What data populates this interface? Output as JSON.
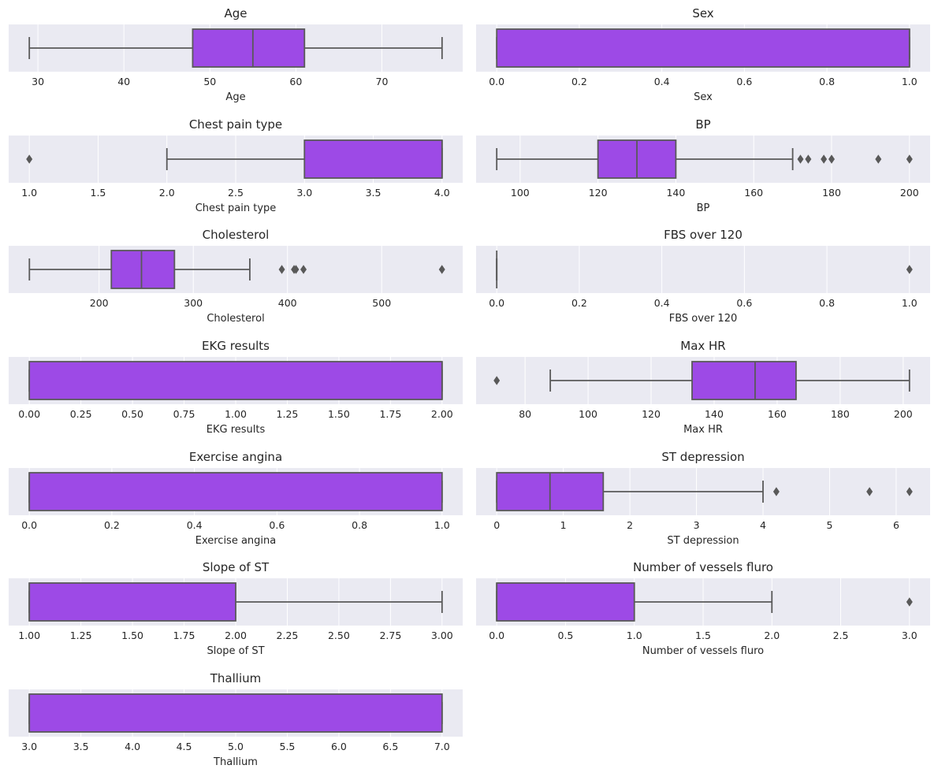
{
  "style": {
    "panel_background": "#eaeaf2",
    "grid_color": "#ffffff",
    "box_fill": "#9d4ae6",
    "line_color": "#595959",
    "text_color": "#262626"
  },
  "chart_data": [
    {
      "type": "box",
      "title": "Age",
      "xlabel": "Age",
      "xlim": [
        26.6,
        79.4
      ],
      "ticks": [
        30,
        40,
        50,
        60,
        70
      ],
      "tick_labels": [
        "30",
        "40",
        "50",
        "60",
        "70"
      ],
      "whisker_low": 29,
      "q1": 48,
      "median": 55,
      "q3": 61,
      "whisker_high": 77,
      "outliers": [],
      "grid": true
    },
    {
      "type": "box",
      "title": "Sex",
      "xlabel": "Sex",
      "xlim": [
        -0.05,
        1.05
      ],
      "ticks": [
        0,
        0.2,
        0.4,
        0.6,
        0.8,
        1.0
      ],
      "tick_labels": [
        "0.0",
        "0.2",
        "0.4",
        "0.6",
        "0.8",
        "1.0"
      ],
      "whisker_low": 0,
      "q1": 0,
      "median": 1,
      "q3": 1,
      "whisker_high": 1,
      "outliers": [],
      "grid": true
    },
    {
      "type": "box",
      "title": "Chest pain type",
      "xlabel": "Chest pain type",
      "xlim": [
        0.85,
        4.15
      ],
      "ticks": [
        1.0,
        1.5,
        2.0,
        2.5,
        3.0,
        3.5,
        4.0
      ],
      "tick_labels": [
        "1.0",
        "1.5",
        "2.0",
        "2.5",
        "3.0",
        "3.5",
        "4.0"
      ],
      "whisker_low": 2,
      "q1": 3,
      "median": 4,
      "q3": 4,
      "whisker_high": 4,
      "outliers": [
        1
      ],
      "grid": true
    },
    {
      "type": "box",
      "title": "BP",
      "xlabel": "BP",
      "xlim": [
        88.7,
        205.3
      ],
      "ticks": [
        100,
        120,
        140,
        160,
        180,
        200
      ],
      "tick_labels": [
        "100",
        "120",
        "140",
        "160",
        "180",
        "200"
      ],
      "whisker_low": 94,
      "q1": 120,
      "median": 130,
      "q3": 140,
      "whisker_high": 170,
      "outliers": [
        172,
        174,
        178,
        180,
        192,
        200
      ],
      "grid": true
    },
    {
      "type": "box",
      "title": "Cholesterol",
      "xlabel": "Cholesterol",
      "xlim": [
        104,
        586
      ],
      "ticks": [
        200,
        300,
        400,
        500
      ],
      "tick_labels": [
        "200",
        "300",
        "400",
        "500"
      ],
      "whisker_low": 126,
      "q1": 213,
      "median": 245,
      "q3": 280,
      "whisker_high": 360,
      "outliers": [
        394,
        407,
        409,
        417,
        564
      ],
      "grid": true
    },
    {
      "type": "box",
      "title": "FBS over 120",
      "xlabel": "FBS over 120",
      "xlim": [
        -0.05,
        1.05
      ],
      "ticks": [
        0,
        0.2,
        0.4,
        0.6,
        0.8,
        1.0
      ],
      "tick_labels": [
        "0.0",
        "0.2",
        "0.4",
        "0.6",
        "0.8",
        "1.0"
      ],
      "whisker_low": 0,
      "q1": 0,
      "median": 0,
      "q3": 0,
      "whisker_high": 0,
      "outliers": [
        1
      ],
      "grid": true
    },
    {
      "type": "box",
      "title": "EKG results",
      "xlabel": "EKG results",
      "xlim": [
        -0.1,
        2.1
      ],
      "ticks": [
        0,
        0.25,
        0.5,
        0.75,
        1.0,
        1.25,
        1.5,
        1.75,
        2.0
      ],
      "tick_labels": [
        "0.00",
        "0.25",
        "0.50",
        "0.75",
        "1.00",
        "1.25",
        "1.50",
        "1.75",
        "2.00"
      ],
      "whisker_low": 0,
      "q1": 0,
      "median": 2,
      "q3": 2,
      "whisker_high": 2,
      "outliers": [],
      "grid": true
    },
    {
      "type": "box",
      "title": "Max HR",
      "xlabel": "Max HR",
      "xlim": [
        64.45,
        208.55
      ],
      "ticks": [
        80,
        100,
        120,
        140,
        160,
        180,
        200
      ],
      "tick_labels": [
        "80",
        "100",
        "120",
        "140",
        "160",
        "180",
        "200"
      ],
      "whisker_low": 88,
      "q1": 133,
      "median": 153,
      "q3": 166,
      "whisker_high": 202,
      "outliers": [
        71
      ],
      "grid": true
    },
    {
      "type": "box",
      "title": "Exercise angina",
      "xlabel": "Exercise angina",
      "xlim": [
        -0.05,
        1.05
      ],
      "ticks": [
        0,
        0.2,
        0.4,
        0.6,
        0.8,
        1.0
      ],
      "tick_labels": [
        "0.0",
        "0.2",
        "0.4",
        "0.6",
        "0.8",
        "1.0"
      ],
      "whisker_low": 0,
      "q1": 0,
      "median": 0,
      "q3": 1,
      "whisker_high": 1,
      "outliers": [],
      "grid": true
    },
    {
      "type": "box",
      "title": "ST depression",
      "xlabel": "ST depression",
      "xlim": [
        -0.31,
        6.51
      ],
      "ticks": [
        0,
        1,
        2,
        3,
        4,
        5,
        6
      ],
      "tick_labels": [
        "0",
        "1",
        "2",
        "3",
        "4",
        "5",
        "6"
      ],
      "whisker_low": 0,
      "q1": 0,
      "median": 0.8,
      "q3": 1.6,
      "whisker_high": 4.0,
      "outliers": [
        4.2,
        5.6,
        6.2
      ],
      "grid": true
    },
    {
      "type": "box",
      "title": "Slope of ST",
      "xlabel": "Slope of ST",
      "xlim": [
        0.9,
        3.1
      ],
      "ticks": [
        1.0,
        1.25,
        1.5,
        1.75,
        2.0,
        2.25,
        2.5,
        2.75,
        3.0
      ],
      "tick_labels": [
        "1.00",
        "1.25",
        "1.50",
        "1.75",
        "2.00",
        "2.25",
        "2.50",
        "2.75",
        "3.00"
      ],
      "whisker_low": 1,
      "q1": 1,
      "median": 1,
      "q3": 2,
      "whisker_high": 3,
      "outliers": [],
      "grid": true
    },
    {
      "type": "box",
      "title": "Number of vessels fluro",
      "xlabel": "Number of vessels fluro",
      "xlim": [
        -0.15,
        3.15
      ],
      "ticks": [
        0,
        0.5,
        1.0,
        1.5,
        2.0,
        2.5,
        3.0
      ],
      "tick_labels": [
        "0.0",
        "0.5",
        "1.0",
        "1.5",
        "2.0",
        "2.5",
        "3.0"
      ],
      "whisker_low": 0,
      "q1": 0,
      "median": 0,
      "q3": 1,
      "whisker_high": 2,
      "outliers": [
        3
      ],
      "grid": true
    },
    {
      "type": "box",
      "title": "Thallium",
      "xlabel": "Thallium",
      "xlim": [
        2.8,
        7.2
      ],
      "ticks": [
        3.0,
        3.5,
        4.0,
        4.5,
        5.0,
        5.5,
        6.0,
        6.5,
        7.0
      ],
      "tick_labels": [
        "3.0",
        "3.5",
        "4.0",
        "4.5",
        "5.0",
        "5.5",
        "6.0",
        "6.5",
        "7.0"
      ],
      "whisker_low": 3,
      "q1": 3,
      "median": 3,
      "q3": 7,
      "whisker_high": 7,
      "outliers": [],
      "grid": true
    }
  ]
}
